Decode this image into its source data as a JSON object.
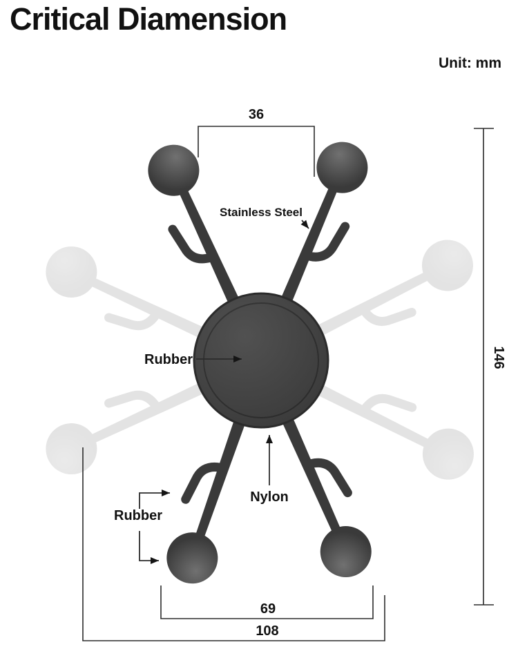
{
  "header": {
    "title": "Critical Diamension",
    "unit_label": "Unit: mm"
  },
  "diagram": {
    "dimensions": {
      "top_width": "36",
      "overall_height": "146",
      "ball_span": "69",
      "overall_width": "108"
    },
    "part_labels": {
      "stainless_steel": "Stainless Steel",
      "rubber_pad": "Rubber",
      "nylon": "Nylon",
      "rubber_feet": "Rubber"
    },
    "colors": {
      "mechanism": "#3a3a3a",
      "ghost": "#bdbdbd",
      "line": "#2b2b2b",
      "text": "#111111",
      "background": "#ffffff"
    }
  }
}
